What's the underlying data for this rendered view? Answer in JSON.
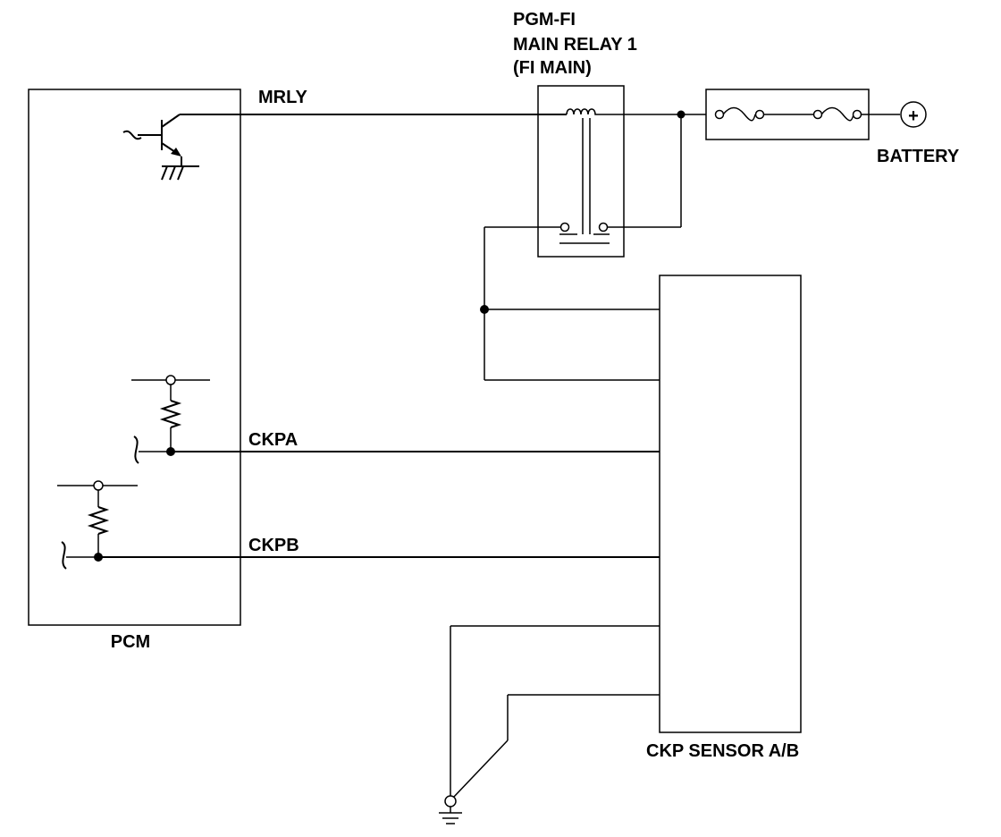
{
  "labels": {
    "relay_line1": "PGM-FI",
    "relay_line2": "MAIN RELAY 1",
    "relay_line3": "(FI MAIN)",
    "battery": "BATTERY",
    "battery_symbol": "+",
    "pcm": "PCM",
    "sensor": "CKP SENSOR A/B"
  },
  "wires": {
    "mrly": "MRLY",
    "ckpa": "CKPA",
    "ckpb": "CKPB"
  }
}
